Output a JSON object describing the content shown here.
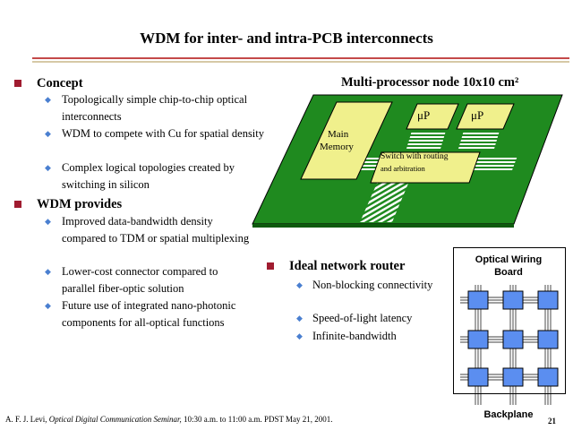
{
  "slide_title": "WDM for inter- and intra-PCB interconnects",
  "sections": [
    {
      "heading": "Concept",
      "items": [
        "Topologically simple chip-to-chip optical interconnects",
        "WDM to compete with Cu for spatial density",
        "Complex logical topologies created by switching in silicon"
      ]
    },
    {
      "heading": "WDM provides",
      "items": [
        "Improved data-bandwidth density compared to TDM or spatial multiplexing",
        "Lower-cost connector compared to parallel fiber-optic solution",
        "Future use of integrated nano-photonic components for all-optical functions"
      ]
    },
    {
      "heading": "Ideal network router",
      "items": [
        "Non-blocking connectivity",
        "Speed-of-light latency",
        "Infinite-bandwidth"
      ]
    }
  ],
  "board_diagram": {
    "caption": "Multi-processor node 10x10 cm²",
    "memory_label_line1": "Main",
    "memory_label_line2": "Memory",
    "cpu1_label": "μP",
    "cpu2_label": "μP",
    "switch_label_line1": "Switch with routing",
    "switch_label_line2": "and arbitration"
  },
  "backplane_diagram": {
    "title_line1": "Optical Wiring",
    "title_line2": "Board",
    "bottom_label": "Backplane"
  },
  "footer": {
    "author": "A. F. J. Levi, ",
    "seminar": "Optical Digital Communication Seminar,",
    "details": " 10:30 a.m. to 11:00 a.m. PDST May 21, 2001.",
    "page_number": "21"
  },
  "colors": {
    "bullet_square": "#a01c30",
    "bullet_diamond": "#4a7fd0",
    "pcb_green": "#1f8a1f",
    "chip_yellow": "#f0f08c",
    "node_blue": "#5b8ef0"
  }
}
